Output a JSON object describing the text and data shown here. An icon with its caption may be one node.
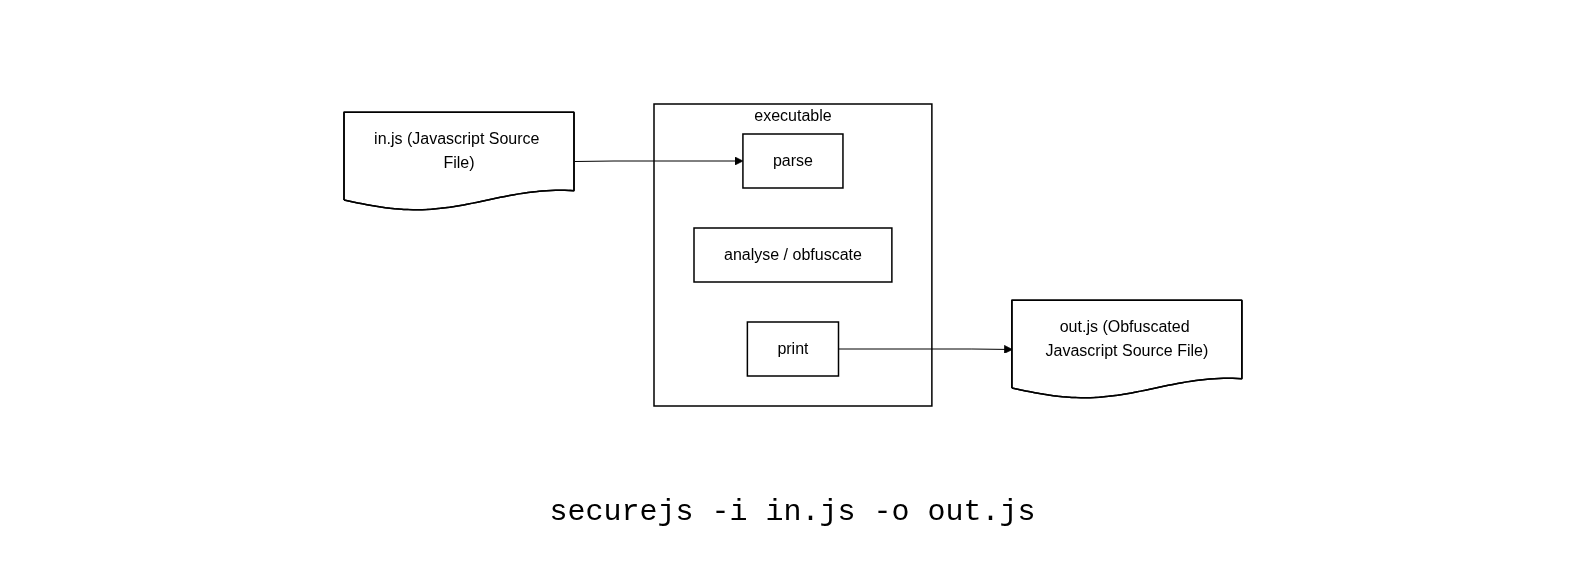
{
  "diagram": {
    "nodes": [
      {
        "text": [
          "in.js (Javascript Source File)"
        ]
      },
      {
        "text": [
          "executable"
        ]
      },
      {
        "text": [
          "parse"
        ],
        "in": 1
      },
      {
        "text": [
          "analyse / obfuscate"
        ],
        "in": 1
      },
      {
        "text": [
          "print"
        ],
        "in": 1
      },
      {
        "text": [
          "out.js (Obfuscated Javascript Source File)"
        ]
      }
    ],
    "edges": [
      {
        "from": 0,
        "to": 2,
        "arrow": "to"
      },
      {
        "from": 4,
        "to": 5,
        "arrow": "to"
      }
    ],
    "caption": "securejs -i in.js -o out.js"
  }
}
